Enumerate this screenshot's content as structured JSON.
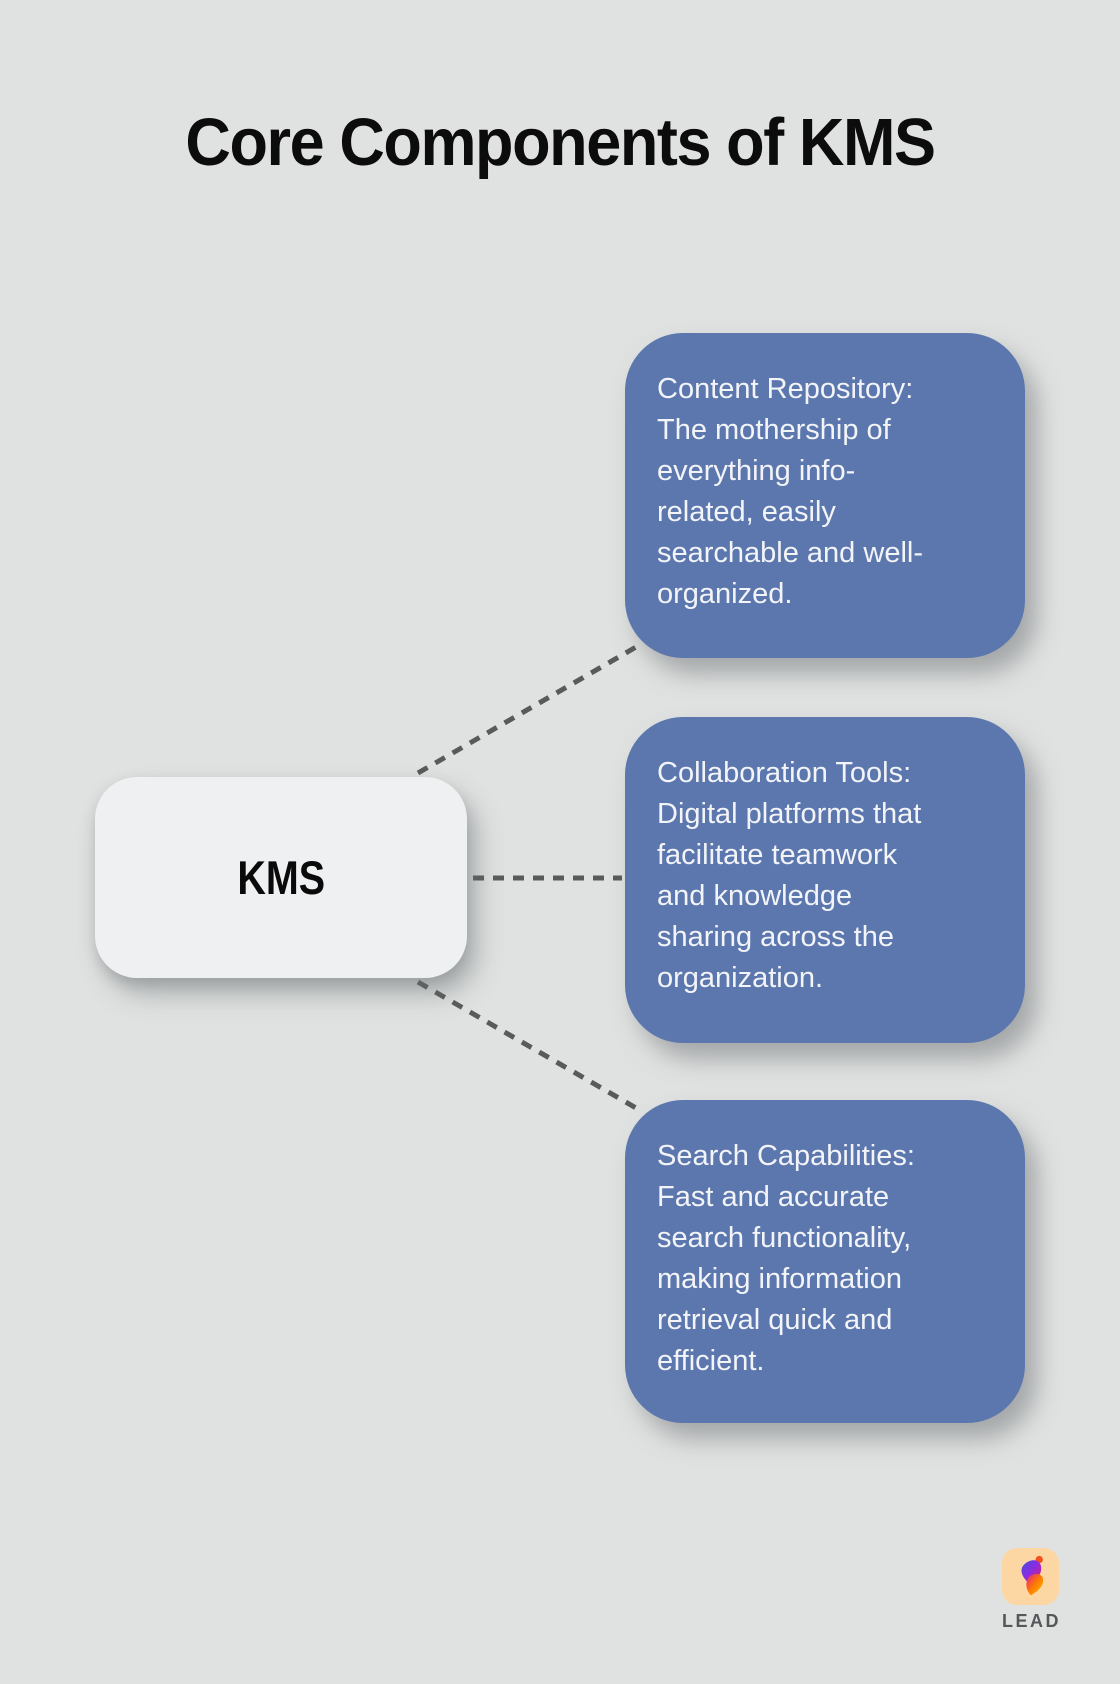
{
  "page": {
    "title": "Core Components of KMS",
    "background_color": "#e0e2e1"
  },
  "diagram": {
    "root_node": {
      "label": "KMS",
      "fill_color": "#eef0f2",
      "text_color": "#0a0a0a"
    },
    "connector_style": {
      "color": "#5a5a5a",
      "style": "dashed"
    },
    "card_fill_color": "#5c77ae",
    "card_text_color": "#f2f4f8",
    "cards": [
      {
        "id": "content-repository",
        "lines": [
          "Content Repository:",
          "The mothership of",
          "everything info-",
          "related, easily",
          "searchable and well-",
          "organized."
        ]
      },
      {
        "id": "collaboration-tools",
        "lines": [
          "Collaboration Tools:",
          "Digital platforms that",
          "facilitate teamwork",
          "and knowledge",
          "sharing across the",
          "organization."
        ]
      },
      {
        "id": "search-capabilities",
        "lines": [
          "Search Capabilities:",
          "Fast and accurate",
          "search functionality,",
          "making information",
          "retrieval quick and",
          "efficient."
        ]
      }
    ]
  },
  "footer_logo": {
    "wordmark": "LEAD",
    "badge_color": "#fcd7a4",
    "dot_color": "#f4511e"
  }
}
